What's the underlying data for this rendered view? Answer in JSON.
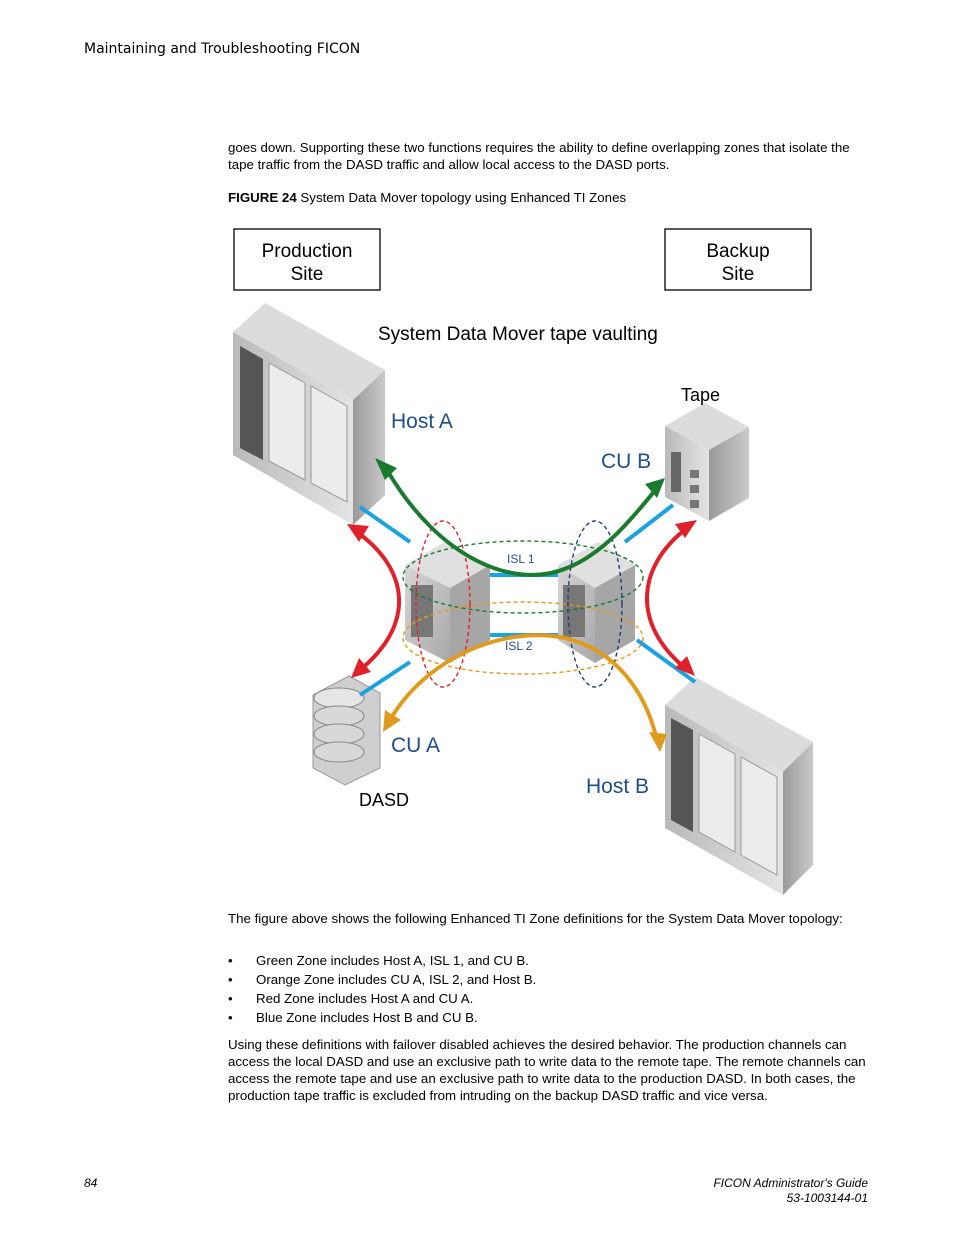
{
  "header": {
    "title": "Maintaining and Troubleshooting FICON"
  },
  "intro_paragraph": "goes down. Supporting these two functions requires the ability to define overlapping zones that isolate the tape traffic from the DASD traffic and allow local access to the DASD ports.",
  "figure": {
    "label": "FIGURE 24",
    "caption": "System Data Mover topology using Enhanced TI Zones",
    "production_site_line1": "Production",
    "production_site_line2": "Site",
    "backup_site_line1": "Backup",
    "backup_site_line2": "Site",
    "title": "System Data Mover tape vaulting",
    "host_a": "Host A",
    "host_b": "Host B",
    "cu_a": "CU A",
    "cu_b": "CU B",
    "tape": "Tape",
    "dasd": "DASD",
    "isl1": "ISL 1",
    "isl2": "ISL 2",
    "colors": {
      "green": "#1a7a2e",
      "orange": "#e09a1e",
      "red": "#e0202a",
      "blue_zone": "#1f3f7a",
      "link": "#1aa3e0",
      "label_blue": "#1f4e8c"
    }
  },
  "description_paragraph": "The figure above shows the following Enhanced TI Zone definitions for the System Data Mover topology:",
  "bullets": [
    "Green Zone includes Host A, ISL 1, and CU B.",
    "Orange Zone includes CU A, ISL 2, and Host B.",
    "Red Zone includes Host A and CU A.",
    "Blue Zone includes Host B and CU B."
  ],
  "bullet_symbol": "•",
  "closing_paragraph": "Using these definitions with failover disabled achieves the desired behavior. The production channels can access the local DASD and use an exclusive path to write data to the remote tape. The remote channels can access the remote tape and use an exclusive path to write data to the production DASD. In both cases, the production tape traffic is excluded from intruding on the backup DASD traffic and vice versa.",
  "footer": {
    "page_number": "84",
    "doc_title": "FICON Administrator's Guide",
    "doc_number": "53-1003144-01"
  }
}
